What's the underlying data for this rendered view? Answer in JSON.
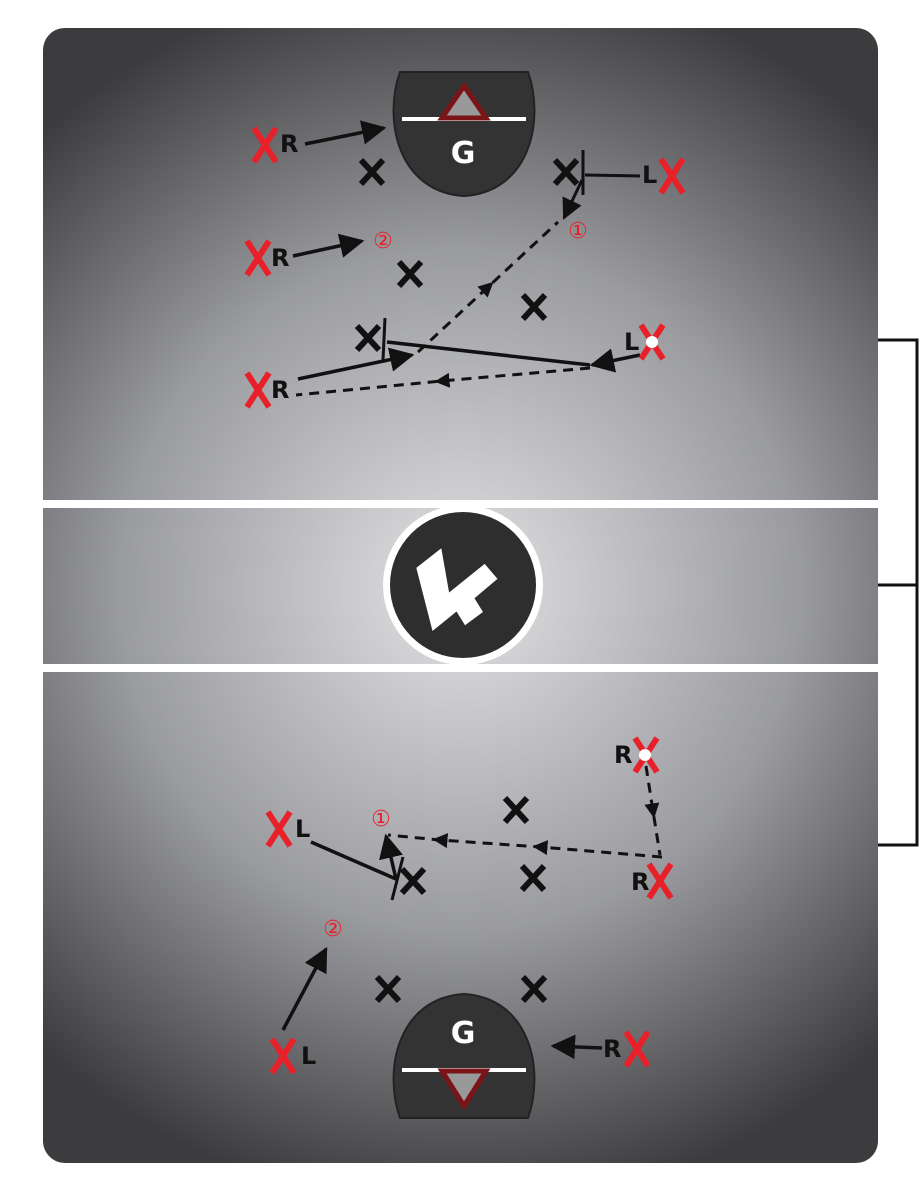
{
  "diagram": {
    "title": "Lacrosse pick play diagram",
    "labels": {
      "right": "R",
      "left": "L",
      "goalie": "G",
      "step1": "①",
      "step2": "②"
    },
    "colors": {
      "attacker": "#e8202a",
      "defender": "#111111",
      "field_center": "#e2e2e4",
      "field_edge": "#3c3c3e",
      "crease": "#333333",
      "goal": "#7a1416",
      "lines": "#ffffff"
    }
  }
}
